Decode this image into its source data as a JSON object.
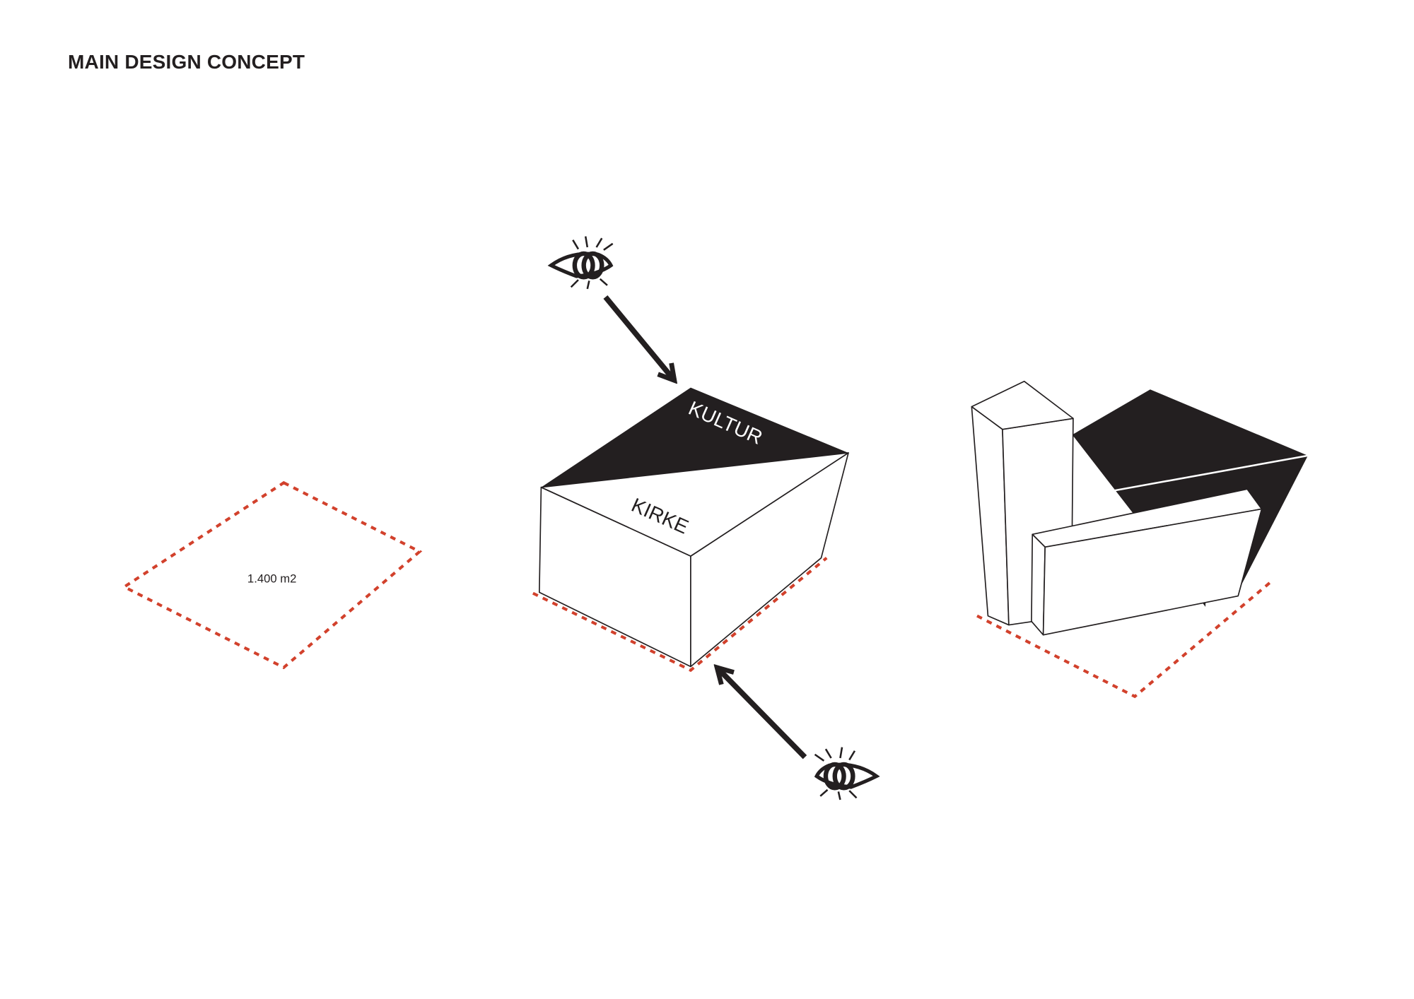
{
  "title": "MAIN DESIGN CONCEPT",
  "site_area_label": "1.400 m2",
  "roof_labels": {
    "upper": "KULTUR",
    "lower": "KIRKE"
  },
  "colors": {
    "ink": "#231f20",
    "site_outline": "#d2412c",
    "background": "#ffffff"
  }
}
